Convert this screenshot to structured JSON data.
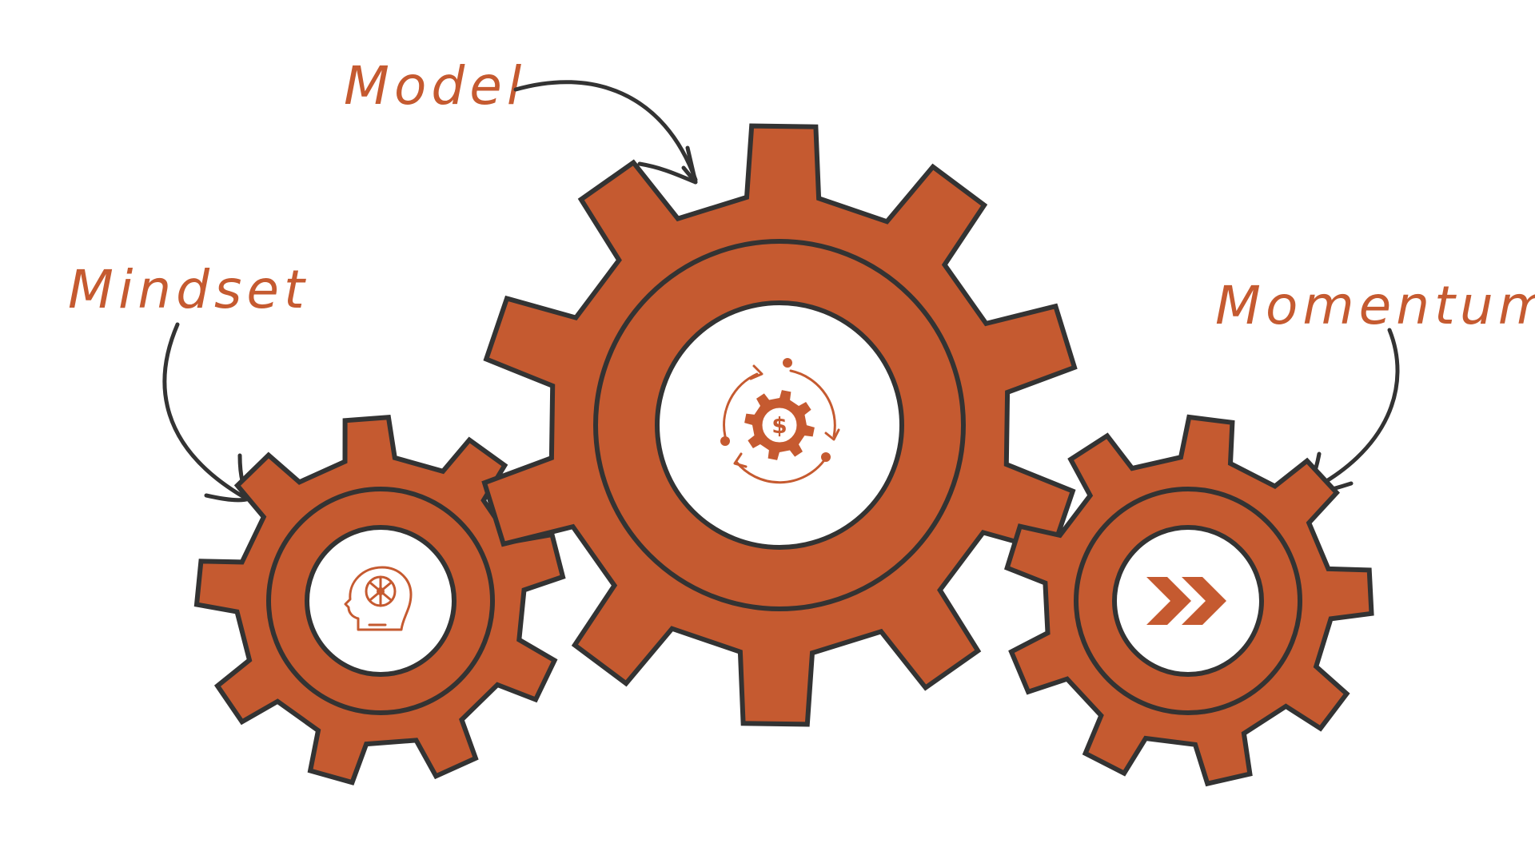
{
  "labels": {
    "model": "Model",
    "mindset": "Mindset",
    "momentum": "Momentum"
  },
  "colors": {
    "gear": "#c55a30",
    "outline": "#333333",
    "hub": "#ffffff",
    "label": "#c55a30"
  },
  "icons": {
    "mindset": "head-brain-icon",
    "model": "cycle-gear-dollar-icon",
    "momentum": "double-chevron-right-icon"
  }
}
